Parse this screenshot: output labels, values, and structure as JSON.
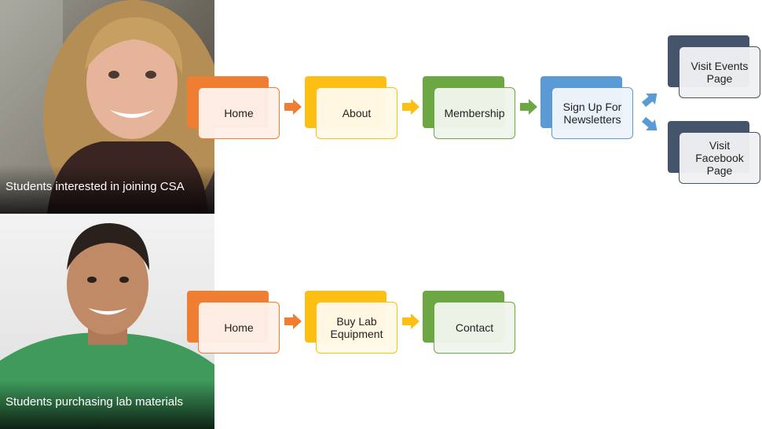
{
  "personas": [
    {
      "caption": "Students interested in joining CSA"
    },
    {
      "caption": "Students purchasing lab materials"
    }
  ],
  "flow1": {
    "steps": [
      "Home",
      "About",
      "Membership",
      "Sign Up For Newsletters"
    ],
    "branches": [
      "Visit Events Page",
      "Visit Facebook Page"
    ]
  },
  "flow2": {
    "steps": [
      "Home",
      "Buy Lab Equipment",
      "Contact"
    ]
  },
  "colors": {
    "orange": "#ef7d32",
    "yellow": "#fdbf14",
    "green": "#6ca744",
    "blue": "#5b9bd5",
    "navy": "#44546a"
  }
}
